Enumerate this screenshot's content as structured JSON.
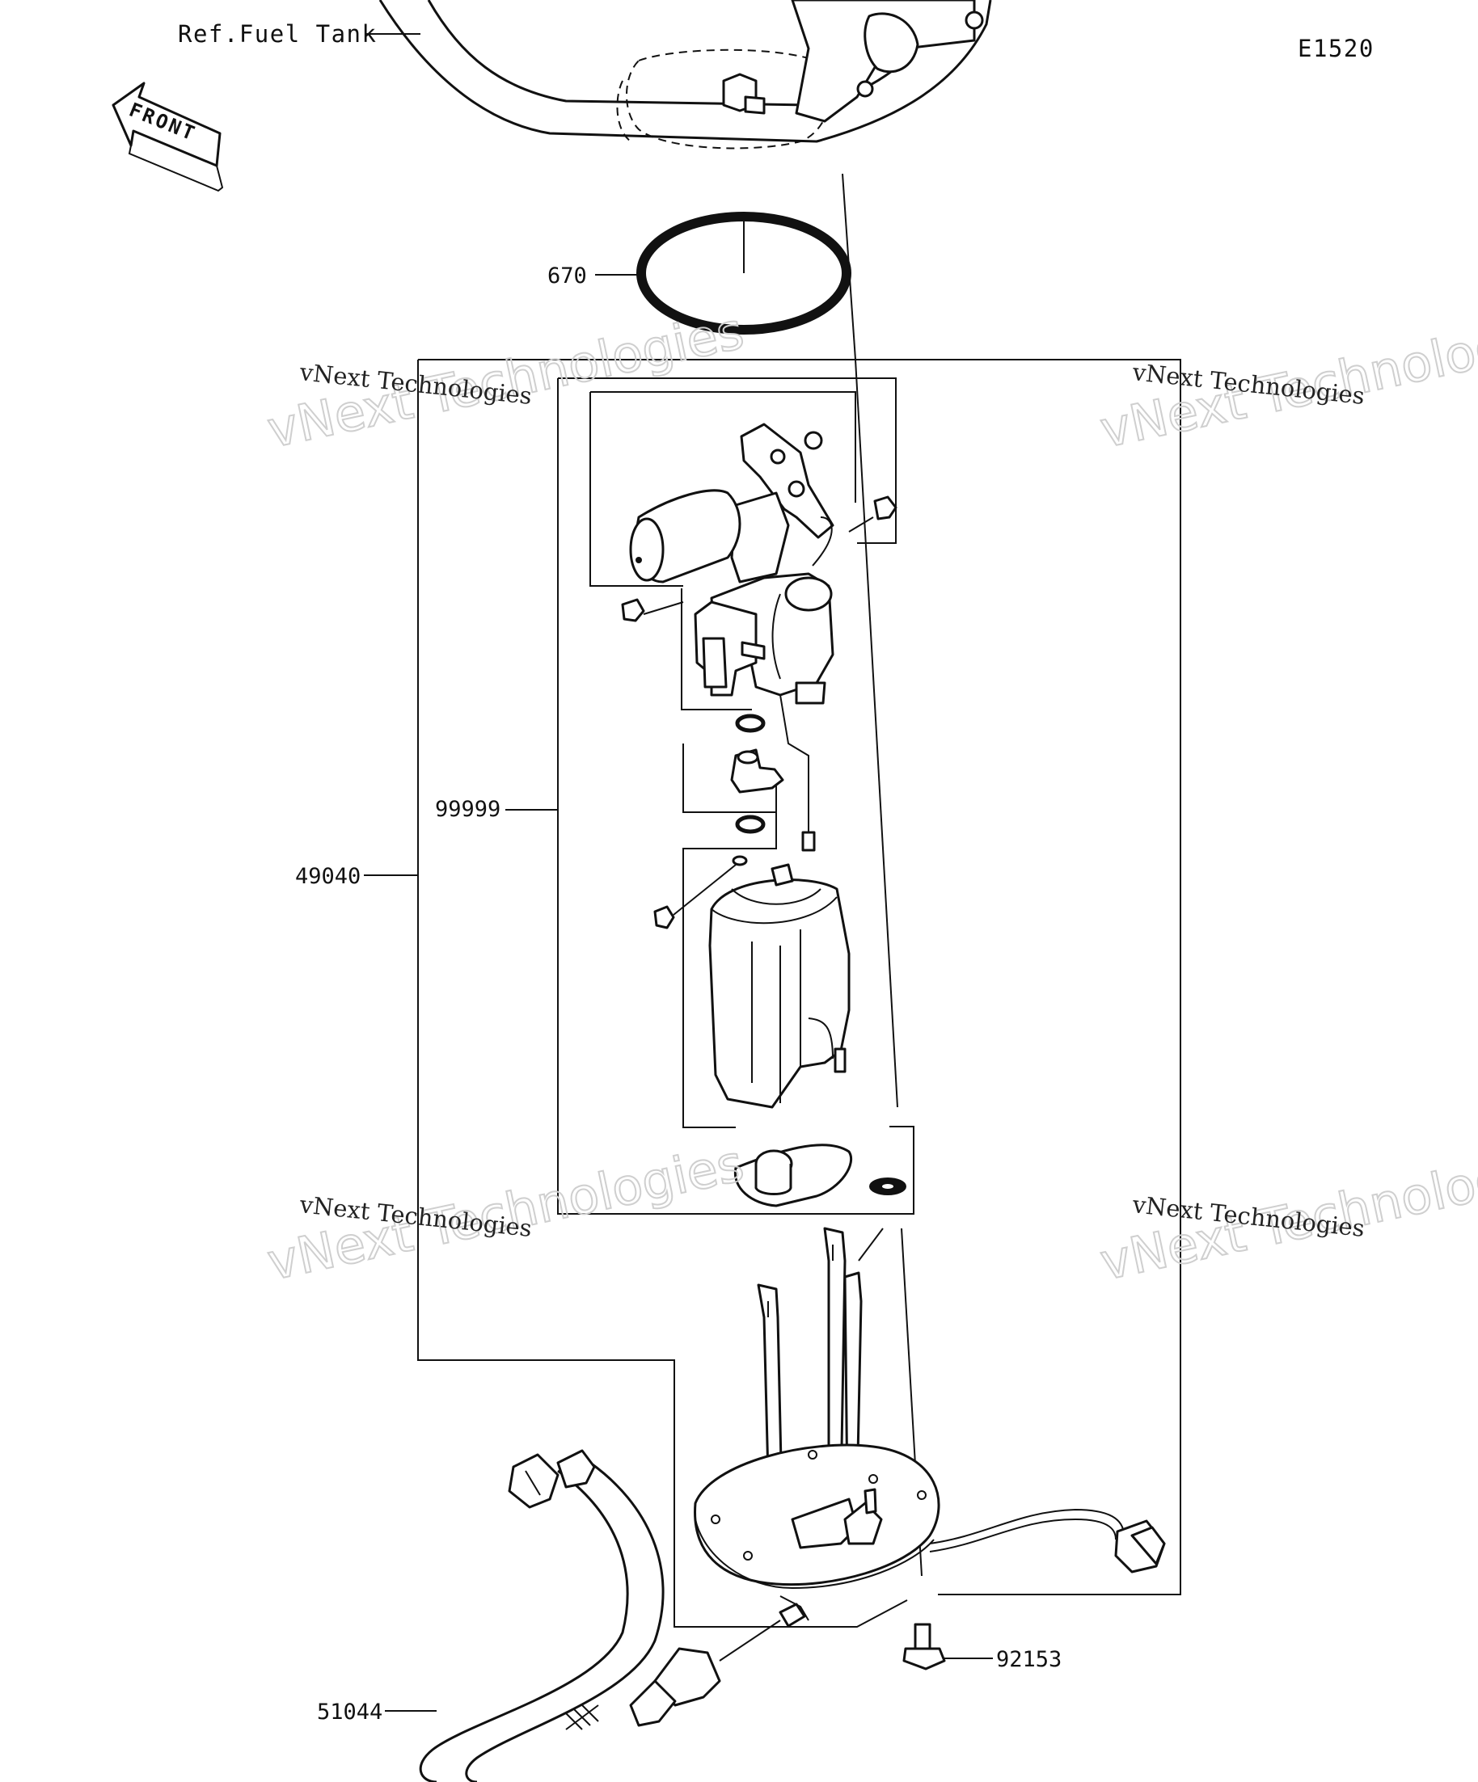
{
  "diagram_code": "E1520",
  "front_arrow_text": "FRONT",
  "ref_label": "Ref.Fuel Tank",
  "callouts": {
    "gasket": "670",
    "pump_assembly": "49040",
    "pump_subassembly": "99999",
    "hose": "51044",
    "bolt": "92153"
  },
  "watermarks": [
    {
      "line1": "vNext Technologies",
      "line2": "vNext Technologies"
    },
    {
      "line1": "vNext Technologies",
      "line2": "vNext Technologies"
    },
    {
      "line1": "vNext Technologies",
      "line2": "vNext Technologies"
    },
    {
      "line1": "vNext Technologies",
      "line2": "vNext Technologies"
    }
  ]
}
